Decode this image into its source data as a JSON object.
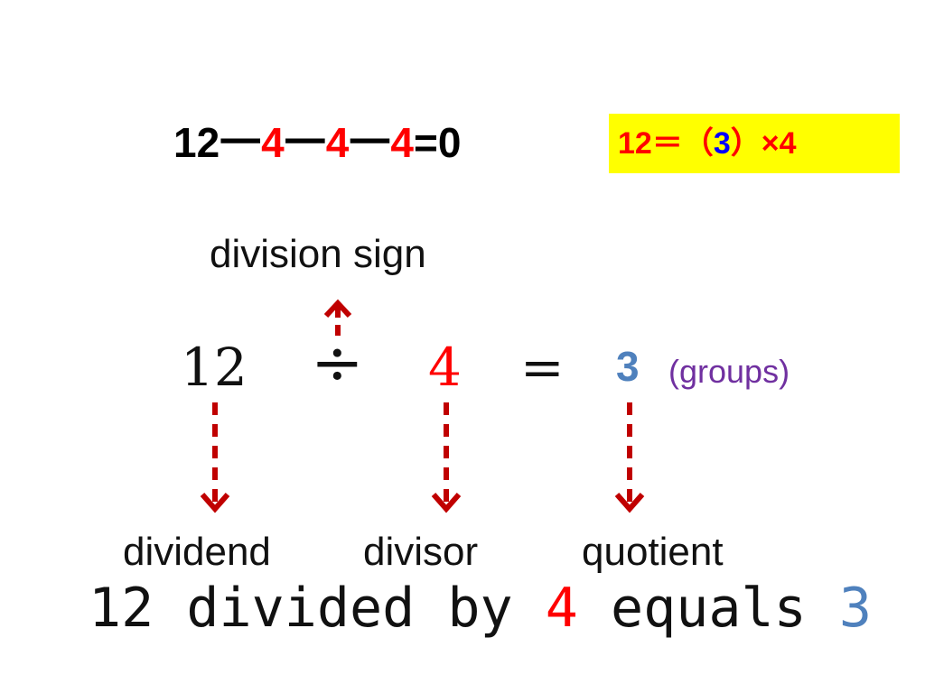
{
  "subtraction": {
    "start": "12",
    "minus": "一",
    "term": "4",
    "equals_zero": "=0"
  },
  "multiplication_box": {
    "left": "12＝（",
    "factor": "3",
    "right": "）×",
    "multiplier": "4"
  },
  "labels": {
    "division_sign": "division sign",
    "dividend": "dividend",
    "divisor": "divisor",
    "quotient": "quotient"
  },
  "equation": {
    "dividend": "12",
    "operator": "÷",
    "divisor": "4",
    "equals": "=",
    "quotient": "3",
    "unit": "(groups)"
  },
  "sentence": {
    "part1": "12 divided by ",
    "divisor": "4",
    "part2": " equals ",
    "quotient": "3"
  },
  "colors": {
    "red": "#ff0000",
    "blue": "#0000ff",
    "steel_blue": "#4f81bd",
    "purple": "#7030a0",
    "highlight": "#ffff00",
    "arrow": "#c00000"
  }
}
